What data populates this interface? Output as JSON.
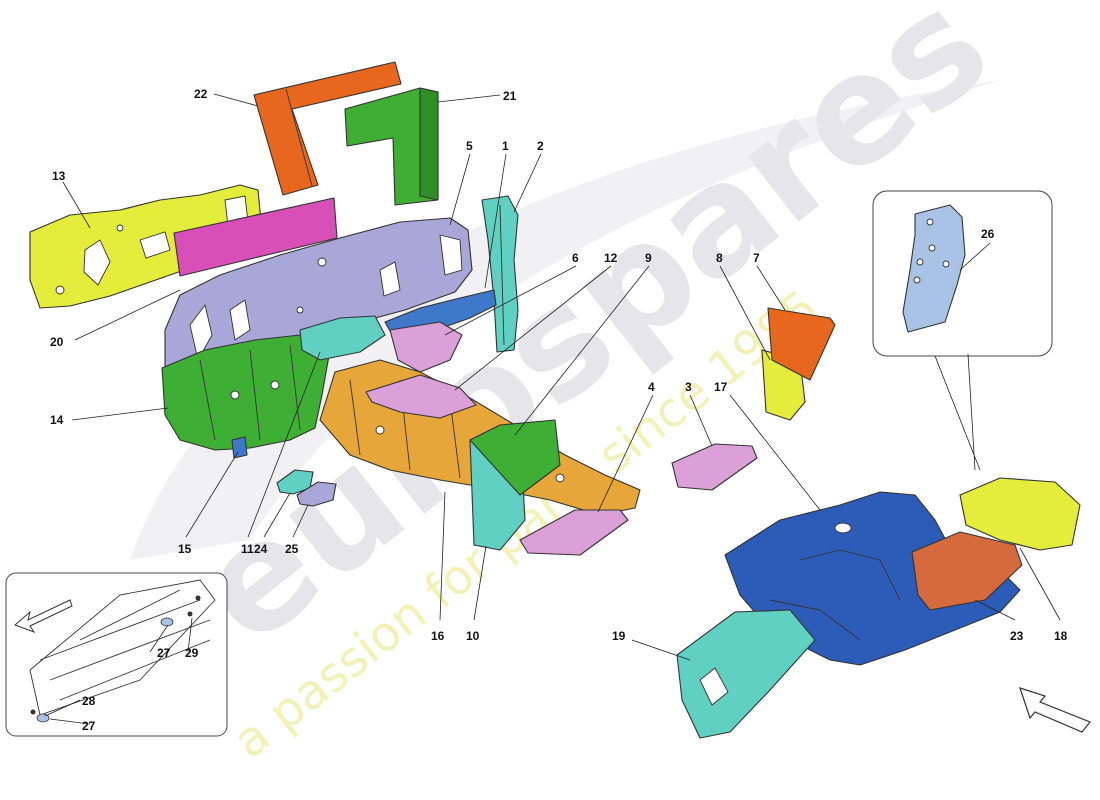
{
  "watermark": {
    "brand_text": "eurospares",
    "tagline": "a passion for parts since 1985"
  },
  "colors": {
    "orange": "#e8671e",
    "green": "#3fae34",
    "yellow": "#e4ec3c",
    "magenta": "#d94fb8",
    "lavender": "#a9a6d8",
    "blue_bracket": "#3f78c8",
    "teal": "#5fd0c2",
    "pink": "#dba0d8",
    "gold": "#e6a63a",
    "light_blue": "#a9c3e6",
    "navy": "#2c5bb8",
    "rust": "#d56a3f",
    "watermark_gray": "#e8e8ec",
    "watermark_yellow": "#f5f3b8"
  },
  "callouts": [
    "1",
    "2",
    "3",
    "4",
    "5",
    "6",
    "7",
    "8",
    "9",
    "10",
    "11",
    "12",
    "13",
    "14",
    "15",
    "16",
    "17",
    "18",
    "19",
    "20",
    "21",
    "22",
    "23",
    "24",
    "25",
    "26",
    "27",
    "28",
    "29"
  ]
}
